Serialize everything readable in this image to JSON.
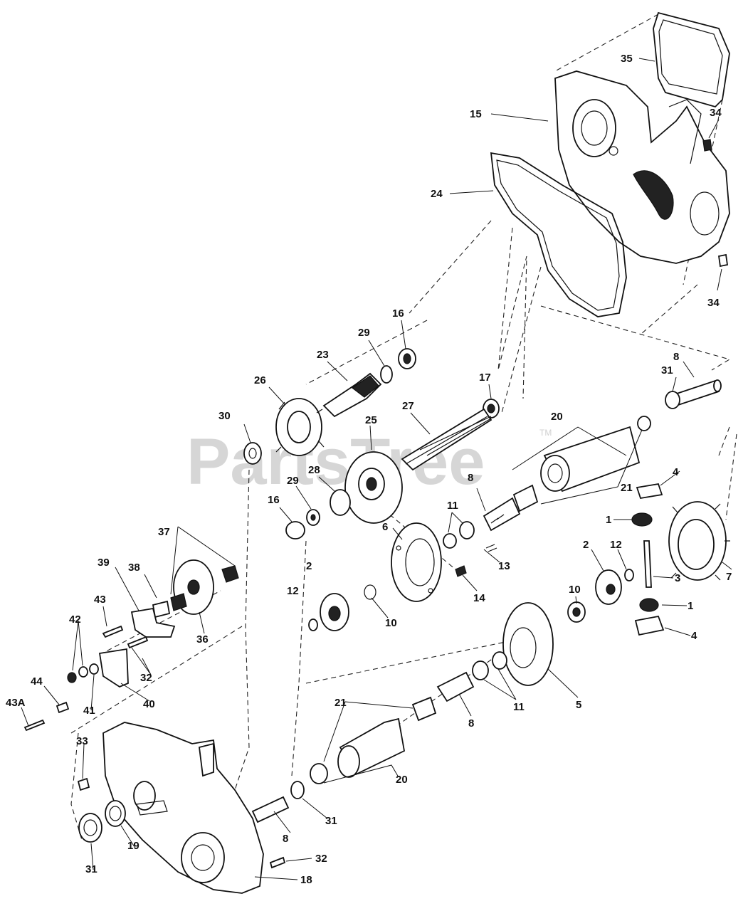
{
  "watermark": {
    "text": "PartsTree",
    "trademark": "TM"
  },
  "labels": {
    "l35": "35",
    "l34a": "34",
    "l15": "15",
    "l24": "24",
    "l34b": "34",
    "l16a": "16",
    "l29a": "29",
    "l23": "23",
    "l26": "26",
    "l17": "17",
    "l27": "27",
    "l25": "25",
    "l30": "30",
    "l28": "28",
    "l29b": "29",
    "l16b": "16",
    "l8a": "8",
    "l31a": "31",
    "l20a": "20",
    "l21a": "21",
    "l8b": "8",
    "l4a": "4",
    "l1a": "1",
    "l11a": "11",
    "l6": "6",
    "l13": "13",
    "l14": "14",
    "l12a": "12",
    "l2a": "2",
    "l3": "3",
    "l7": "7",
    "l10a": "10",
    "l10b": "10",
    "l2b": "2",
    "l12b": "12",
    "l1b": "1",
    "l4b": "4",
    "l5": "5",
    "l11b": "11",
    "l8c": "8",
    "l21b": "21",
    "l20b": "20",
    "l37": "37",
    "l39": "39",
    "l38": "38",
    "l36": "36",
    "l43": "43",
    "l42": "42",
    "l32a": "32",
    "l44": "44",
    "l41": "41",
    "l40": "40",
    "l43a": "43A",
    "l33": "33",
    "l8d": "8",
    "l31b": "31",
    "l19": "19",
    "l31c": "31",
    "l32b": "32",
    "l18": "18"
  }
}
